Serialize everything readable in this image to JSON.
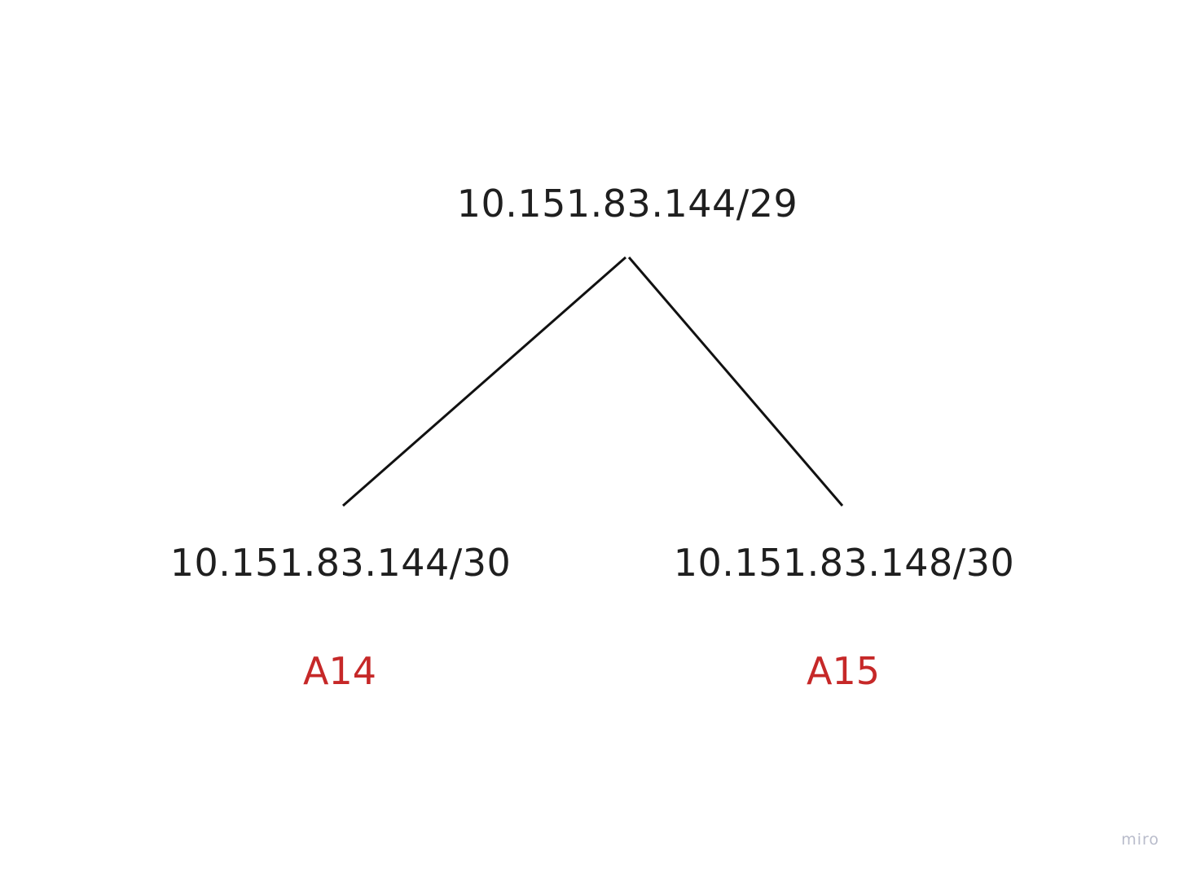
{
  "nodes": {
    "root": {
      "label": "10.151.83.144/29"
    },
    "left": {
      "label": "10.151.83.144/30",
      "tag": "A14"
    },
    "right": {
      "label": "10.151.83.148/30",
      "tag": "A15"
    }
  },
  "colors": {
    "text": "#1f1f1f",
    "tag": "#c62828",
    "edge": "#111111"
  },
  "watermark": "miro"
}
